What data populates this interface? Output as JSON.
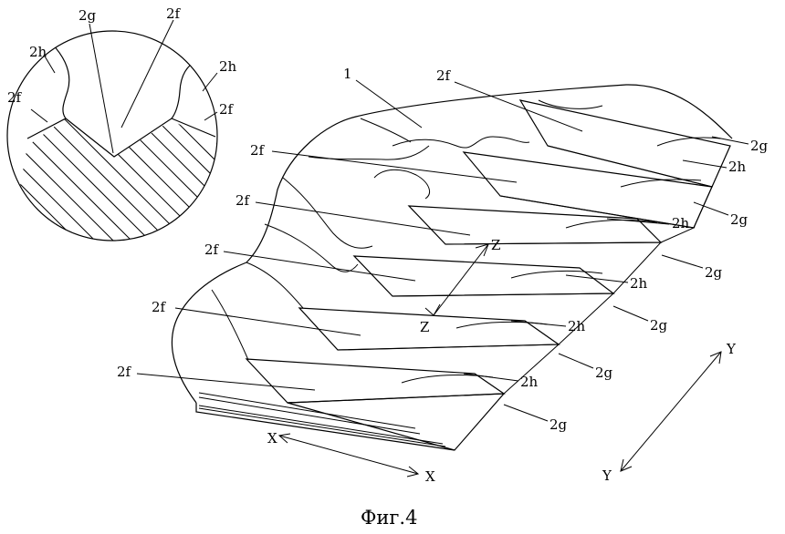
{
  "figure": {
    "caption": "Фиг.4",
    "labels": {
      "body": "1",
      "f": "2f",
      "g": "2g",
      "h": "2h",
      "x": "X",
      "y": "Y",
      "z": "Z"
    }
  }
}
